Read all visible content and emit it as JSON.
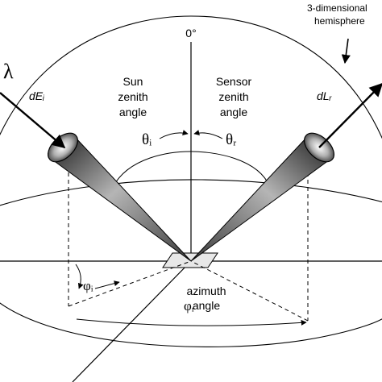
{
  "labels": {
    "zenith_top": "0°",
    "hemisphere_line1": "3-dimensional",
    "hemisphere_line2": "hemisphere",
    "wavelength": "λ",
    "dEi": "dEᵢ",
    "dLr": "dLᵣ",
    "sun_line1": "Sun",
    "sun_line2": "zenith",
    "sun_line3": "angle",
    "sensor_line1": "Sensor",
    "sensor_line2": "zenith",
    "sensor_line3": "angle",
    "theta_i": "θᵢ",
    "theta_r": "θᵣ",
    "phi_i": "φᵢ",
    "phi_r": "φᵣ",
    "azimuth_line1": "azimuth",
    "azimuth_line2": "angle"
  }
}
